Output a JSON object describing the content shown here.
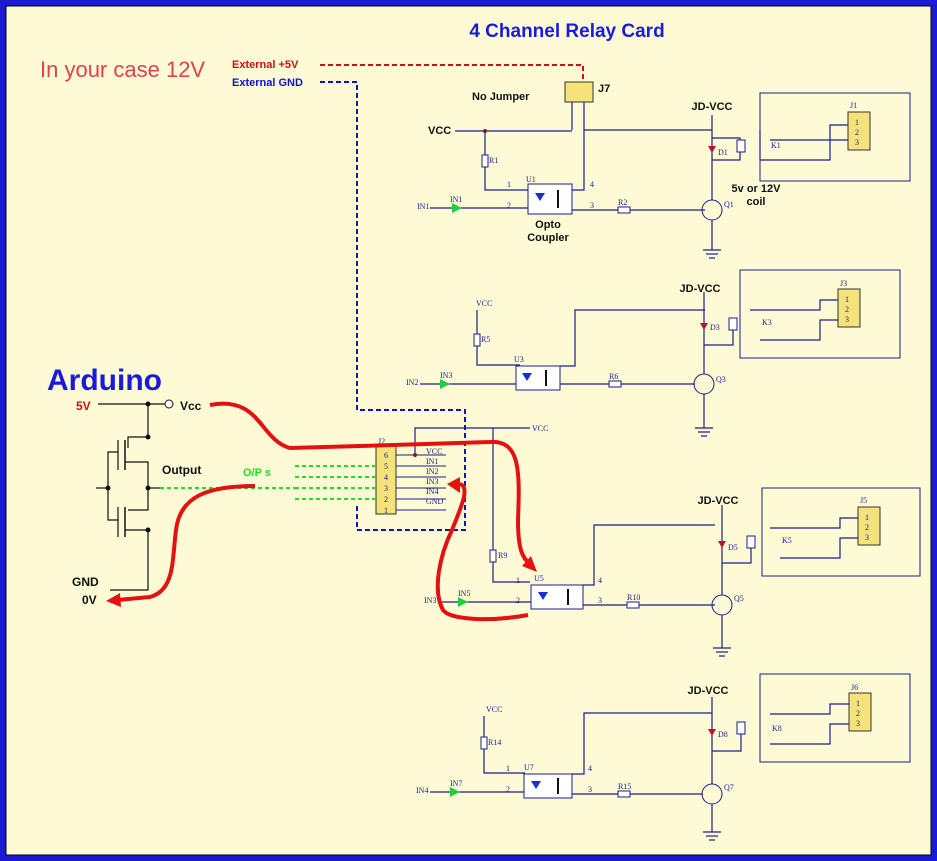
{
  "title": "4 Channel Relay Card",
  "notes": {
    "in_your_case": "In your case 12V",
    "external_5v": "External +5V",
    "external_gnd": "External GND",
    "no_jumper": "No Jumper",
    "opto_coupler_line1": "Opto",
    "opto_coupler_line2": "Coupler",
    "coil_line1": "5v or 12V",
    "coil_line2": "coil",
    "op_s": "O/P s"
  },
  "arduino": {
    "label": "Arduino",
    "v5": "5V",
    "vcc": "Vcc",
    "output": "Output",
    "gnd": "GND",
    "ov": "0V"
  },
  "connector": {
    "ref": "J2",
    "pins": [
      "6",
      "5",
      "4",
      "3",
      "2",
      "1"
    ],
    "signals": [
      "VCC",
      "IN1",
      "IN2",
      "IN3",
      "IN4",
      "GND"
    ],
    "vcc_net": "VCC"
  },
  "jumper": {
    "ref": "J7"
  },
  "channels": [
    {
      "in": "IN1",
      "led": "IN1",
      "resistor": "R1",
      "opto": "U1",
      "base_r": "R2",
      "transistor": "Q1",
      "diode": "D1",
      "relay": "K1",
      "terminal": "J1",
      "vcc": "VCC",
      "jdvcc": "JD-VCC"
    },
    {
      "in": "IN2",
      "led": "IN3",
      "resistor": "R5",
      "opto": "U3",
      "base_r": "R6",
      "transistor": "Q3",
      "diode": "D3",
      "relay": "K3",
      "terminal": "J3",
      "vcc": "VCC",
      "jdvcc": "JD-VCC"
    },
    {
      "in": "IN3",
      "led": "IN5",
      "resistor": "R9",
      "opto": "U5",
      "base_r": "R10",
      "transistor": "Q5",
      "diode": "D5",
      "relay": "K5",
      "terminal": "J5",
      "vcc": "VCC",
      "jdvcc": "JD-VCC"
    },
    {
      "in": "IN4",
      "led": "IN7",
      "resistor": "R14",
      "opto": "U7",
      "base_r": "R15",
      "transistor": "Q7",
      "diode": "D8",
      "relay": "K8",
      "terminal": "J6",
      "vcc": "VCC",
      "jdvcc": "JD-VCC"
    }
  ],
  "opto_pins": [
    "1",
    "2",
    "3",
    "4"
  ],
  "terminal_pins": [
    "1",
    "2",
    "3"
  ],
  "colors": {
    "frame": "#1b1bd6",
    "background": "#fdfbd6",
    "wire": "#1c1c8c",
    "red": "#e31111",
    "green": "#22dd22",
    "title": "#1a1adc"
  }
}
